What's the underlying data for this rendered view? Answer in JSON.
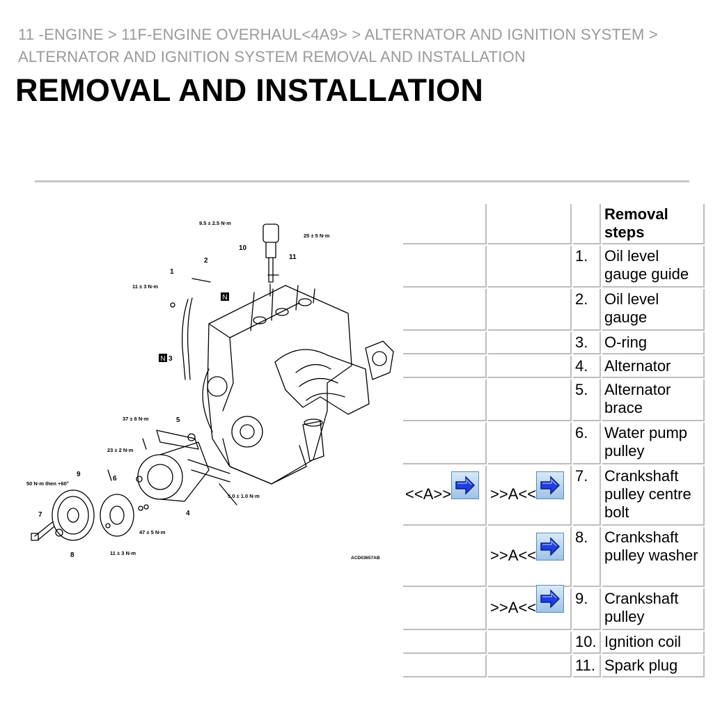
{
  "breadcrumb": "11 -ENGINE > 11F-ENGINE OVERHAUL<4A9> > ALTERNATOR AND IGNITION SYSTEM > ALTERNATOR AND IGNITION SYSTEM REMOVAL AND INSTALLATION",
  "title": "REMOVAL AND INSTALLATION",
  "diagram": {
    "torques": {
      "t1": "9.5 ± 2.5 N·m",
      "t2": "25 ± 5 N·m",
      "t3": "11 ± 3 N·m",
      "t4": "37 ± 6 N·m",
      "t5": "23 ± 2 N·m",
      "t6": "50 N·m then +60°",
      "t7": "5.0 ± 1.0 N·m",
      "t8": "47 ± 5 N·m",
      "t9": "11 ± 3 N·m"
    },
    "callouts": [
      "1",
      "2",
      "3",
      "4",
      "5",
      "6",
      "7",
      "8",
      "9",
      "10",
      "11"
    ],
    "n_mark": "N",
    "code": "ACD03657AB"
  },
  "table": {
    "header": "Removal steps",
    "rows": [
      {
        "left": "",
        "mid": "",
        "num": "1.",
        "step": "Oil level gauge guide"
      },
      {
        "left": "",
        "mid": "",
        "num": "2.",
        "step": "Oil level gauge"
      },
      {
        "left": "",
        "mid": "",
        "num": "3.",
        "step": "O-ring"
      },
      {
        "left": "",
        "mid": "",
        "num": "4.",
        "step": "Alternator"
      },
      {
        "left": "",
        "mid": "",
        "num": "5.",
        "step": "Alternator brace"
      },
      {
        "left": "",
        "mid": "",
        "num": "6.",
        "step": "Water pump pulley"
      },
      {
        "left": "<<A>>",
        "mid": ">>A<<",
        "num": "7.",
        "step": "Crankshaft pulley centre bolt"
      },
      {
        "left": "",
        "mid": ">>A<<",
        "num": "8.",
        "step": "Crankshaft pulley washer"
      },
      {
        "left": "",
        "mid": ">>A<<",
        "num": "9.",
        "step": "Crankshaft pulley"
      },
      {
        "left": "",
        "mid": "",
        "num": "10.",
        "step": "Ignition coil"
      },
      {
        "left": "",
        "mid": "",
        "num": "11.",
        "step": "Spark plug"
      }
    ]
  }
}
